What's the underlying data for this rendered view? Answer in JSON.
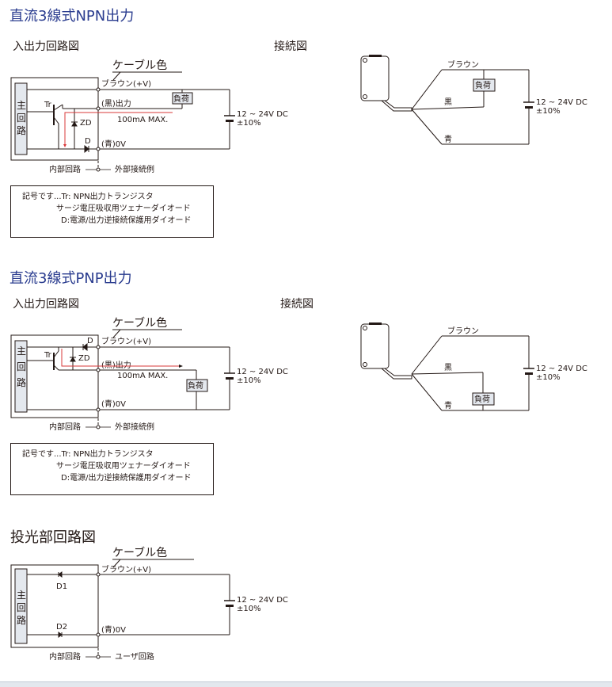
{
  "sections": {
    "npn": {
      "title": "直流3線式NPN出力",
      "io_label": "入出力回路図",
      "conn_label": "接続図",
      "cable_color_label": "ケーブル色",
      "wire_brown": "ブラウン(+V)",
      "wire_black": "(黒)出力",
      "wire_blue": "(青)0V",
      "max_current": "100mA MAX.",
      "load": "負荷",
      "main_circuit": [
        "主",
        "回",
        "路"
      ],
      "tr": "Tr",
      "zd": "ZD",
      "d": "D",
      "supply_line1": "12 ~ 24V DC",
      "supply_line2": "±10%",
      "internal": "内部回路",
      "external": "外部接続例",
      "legend": [
        "記号です...Tr: NPN出力トランジスタ",
        "サージ電圧吸収用ツェナーダイオード",
        "D:電源/出力逆接続保護用ダイオード"
      ],
      "conn_brown": "ブラウン",
      "conn_black": "黒",
      "conn_blue": "青"
    },
    "pnp": {
      "title": "直流3線式PNP出力",
      "io_label": "入出力回路図",
      "conn_label": "接続図",
      "cable_color_label": "ケーブル色",
      "wire_brown": "ブラウン(+V)",
      "wire_black": "(黒)出力",
      "wire_blue": "(青)0V",
      "max_current": "100mA MAX.",
      "load": "負荷",
      "main_circuit": [
        "主",
        "回",
        "路"
      ],
      "tr": "Tr",
      "zd": "ZD",
      "d": "D",
      "supply_line1": "12 ~ 24V DC",
      "supply_line2": "±10%",
      "internal": "内部回路",
      "external": "外部接続例",
      "legend": [
        "記号です...Tr: NPN出力トランジスタ",
        "サージ電圧吸収用ツェナーダイオード",
        "D:電源/出力逆接続保護用ダイオード"
      ],
      "conn_brown": "ブラウン",
      "conn_black": "黒",
      "conn_blue": "青"
    },
    "emitter": {
      "title": "投光部回路図",
      "cable_color_label": "ケーブル色",
      "wire_brown": "ブラウン(+V)",
      "wire_blue": "(青)0V",
      "main_circuit": [
        "主",
        "回",
        "路"
      ],
      "d1": "D1",
      "d2": "D2",
      "supply_line1": "12 ~ 24V DC",
      "supply_line2": "±10%",
      "internal": "内部回路",
      "external": "ユーザ回路"
    }
  },
  "colors": {
    "title_blue": "#2a3c8f",
    "current_red": "#d9383a",
    "line": "#231815",
    "block_fill": "#e4e8ee"
  }
}
